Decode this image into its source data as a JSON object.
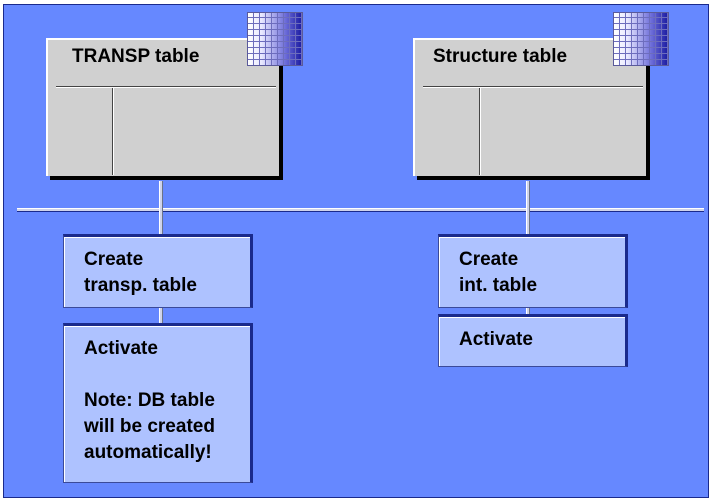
{
  "left": {
    "table_title": "TRANSP table",
    "step1": "Create\ntransp. table",
    "step2_title": "Activate",
    "step2_note": "Note: DB table\nwill be created\nautomatically!"
  },
  "right": {
    "table_title": "Structure table",
    "step1": "Create\nint. table",
    "step2_title": "Activate"
  },
  "colors": {
    "background": "#6688ff",
    "box_fill": "#aec2ff",
    "table_fill": "#d0d0d0",
    "border": "#1a2a8c"
  }
}
